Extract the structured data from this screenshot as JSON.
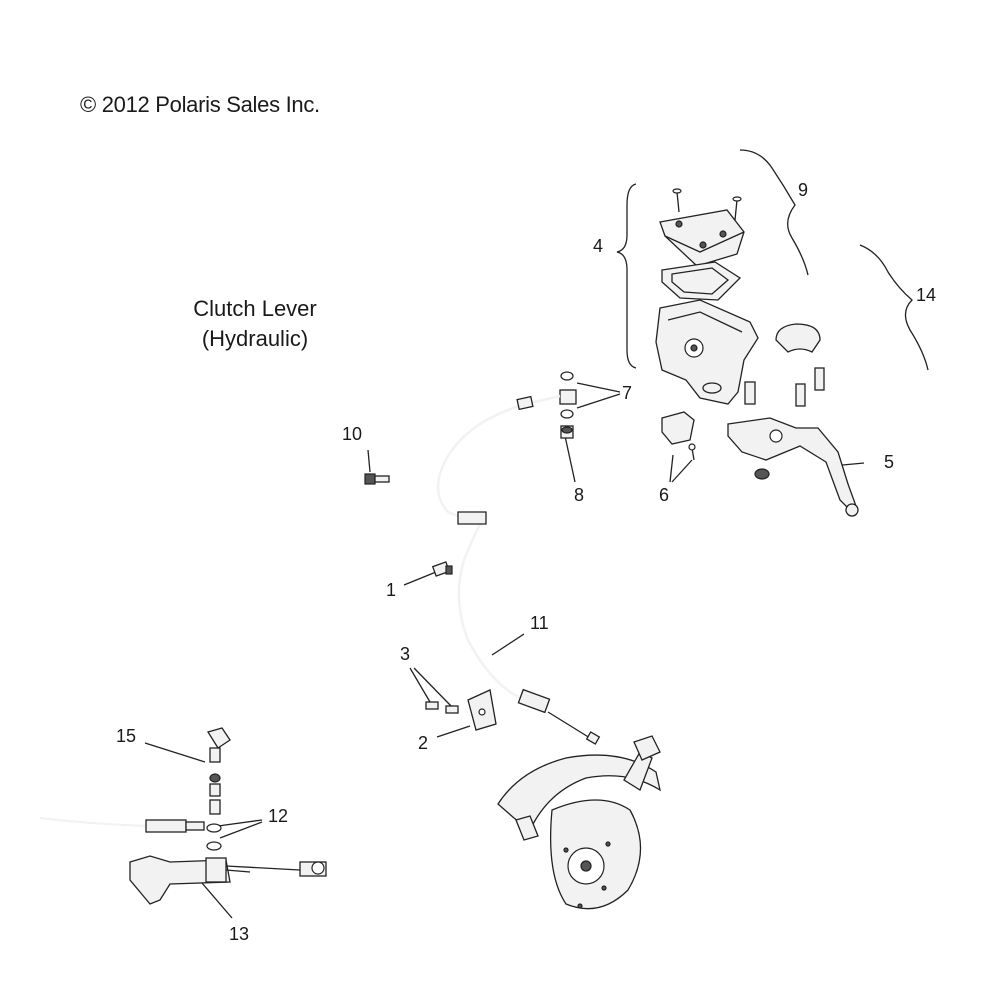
{
  "copyright": "© 2012 Polaris Sales Inc.",
  "title": {
    "line1": "Clutch Lever",
    "line2": "(Hydraulic)"
  },
  "callouts": [
    "1",
    "2",
    "3",
    "4",
    "5",
    "6",
    "7",
    "8",
    "9",
    "10",
    "11",
    "12",
    "13",
    "14",
    "15"
  ]
}
